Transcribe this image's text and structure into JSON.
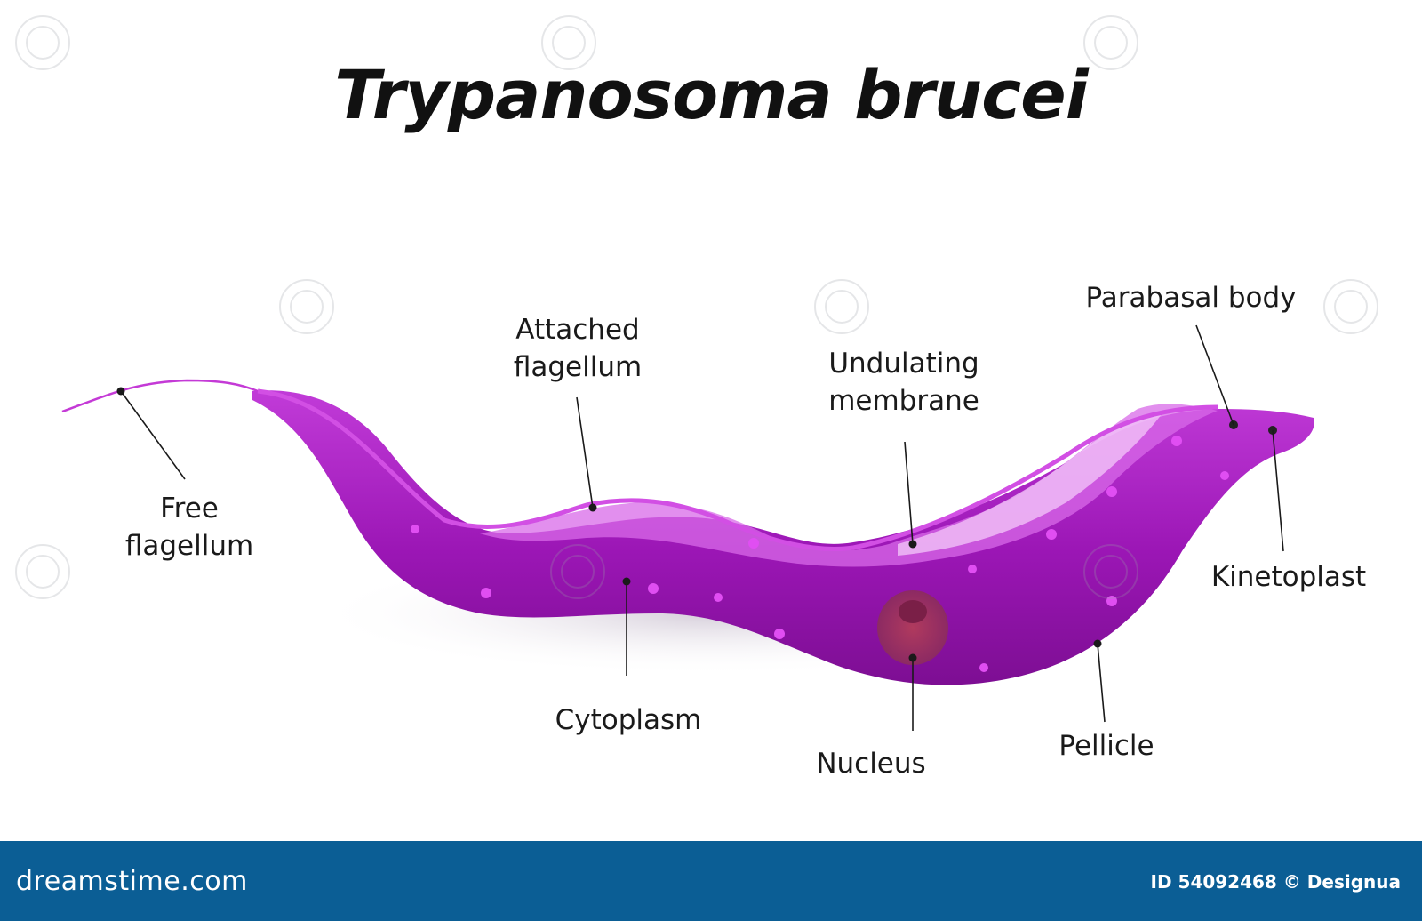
{
  "title": "Trypanosoma brucei",
  "labels": {
    "free_flagellum": [
      "Free",
      "flagellum"
    ],
    "attached_flagellum": [
      "Attached",
      "flagellum"
    ],
    "undulating_membrane": [
      "Undulating",
      "membrane"
    ],
    "parabasal_body": "Parabasal body",
    "kinetoplast": "Kinetoplast",
    "cytoplasm": "Cytoplasm",
    "nucleus": "Nucleus",
    "pellicle": "Pellicle"
  },
  "footer": {
    "brand": "dreamstime.com",
    "credit": "ID 54092468 © Designua"
  },
  "colors": {
    "body_main": "#9b16b5",
    "body_light": "#d25ae4",
    "membrane": "#e9a6f2",
    "nucleus": "#a8345e",
    "footer": "#0b5e95"
  }
}
